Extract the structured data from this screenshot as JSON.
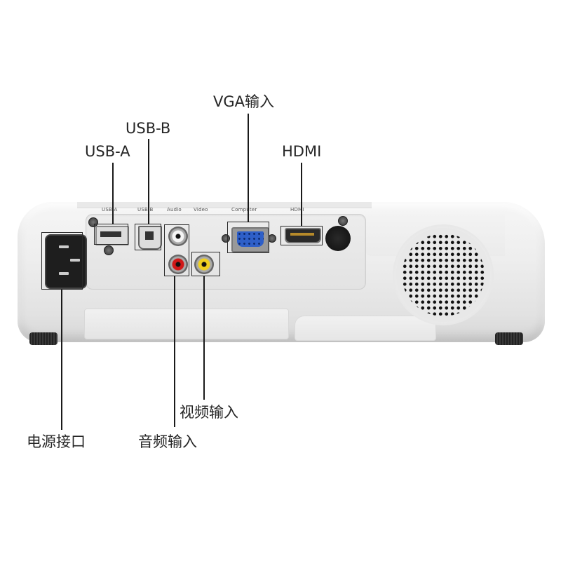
{
  "callouts": {
    "usb_a": "USB-A",
    "usb_b": "USB-B",
    "vga": "VGA输入",
    "hdmi": "HDMI",
    "video": "视频输入",
    "audio": "音频输入",
    "power": "电源接口"
  },
  "port_labels": {
    "usb_a": "USB-A",
    "usb_b": "USB-B",
    "audio": "Audio",
    "video": "Video",
    "computer": "Computer",
    "hdmi": "HDMI"
  },
  "colors": {
    "audio_left": "#ffffff",
    "audio_right": "#d01818",
    "video": "#f0d020",
    "vga": "#2e5fc8"
  }
}
